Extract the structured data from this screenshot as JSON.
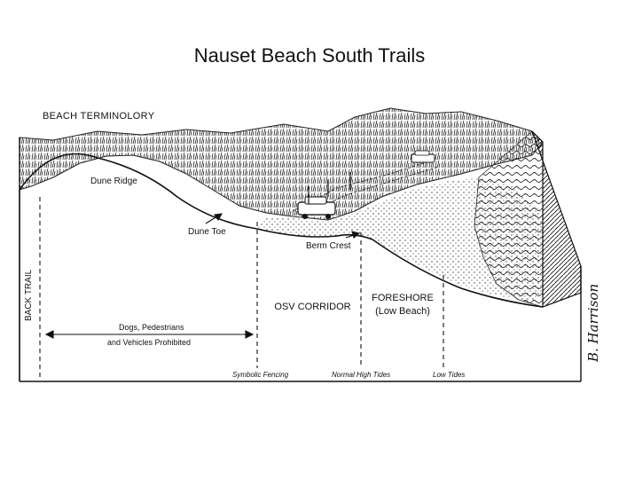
{
  "title": "Nauset Beach South Trails",
  "subtitle": "BEACH TERMINOLORY",
  "labels": {
    "dune_ridge": "Dune Ridge",
    "dune_toe": "Dune Toe",
    "berm_crest": "Berm Crest",
    "back_trail": "BACK TRAIL",
    "osv_corridor": "OSV CORRIDOR",
    "foreshore": "FORESHORE",
    "low_beach": "(Low Beach)",
    "prohibited_line1": "Dogs, Pedestrians",
    "prohibited_line2": "and Vehicles Prohibited",
    "symbolic_fencing": "Symbolic Fencing",
    "normal_high_tides": "Normal High Tides",
    "low_tides": "Low Tides"
  },
  "signature": "B. Harrison"
}
